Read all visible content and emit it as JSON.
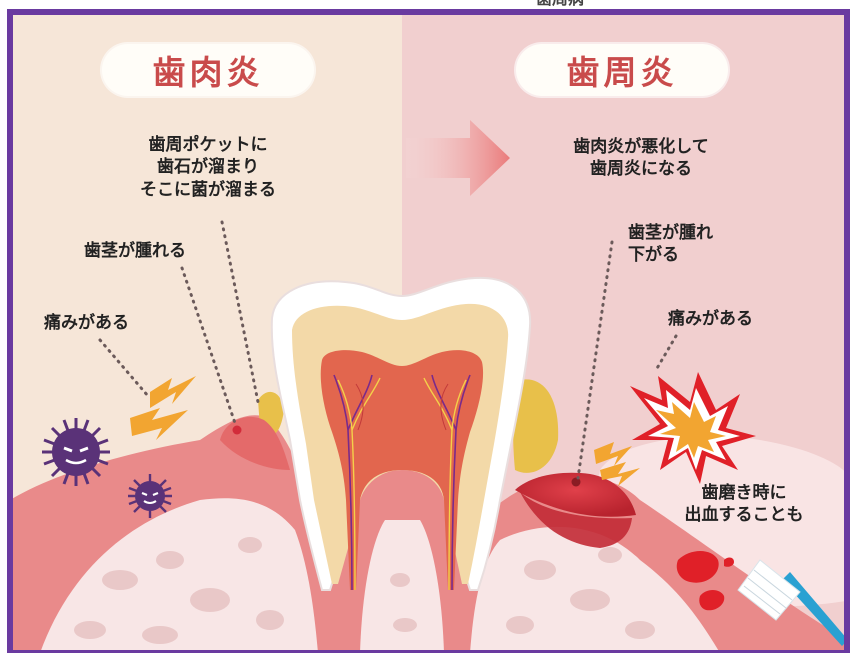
{
  "header_fragment": "歯周病",
  "left_panel": {
    "title": "歯肉炎",
    "callout_pocket": [
      "歯周ポケットに",
      "歯石が溜まり",
      "そこに菌が溜まる"
    ],
    "callout_swelling": "歯茎が腫れる",
    "callout_pain": "痛みがある"
  },
  "right_panel": {
    "title": "歯周炎",
    "callout_progress": [
      "歯肉炎が悪化して",
      "歯周炎になる"
    ],
    "callout_swelling": [
      "歯茎が腫れ",
      "下がる"
    ],
    "callout_pain": "痛みがある",
    "callout_bleeding": [
      "歯磨き時に",
      "出血することも"
    ]
  },
  "colors": {
    "frame": "#6a3aa0",
    "left_background": "#f6e6d8",
    "right_background": "#f1cfcf",
    "title_text": "#c94b4b",
    "gum": "#e98a8a",
    "inflamed_gum": "#d9333b",
    "bone": "#f8e6e6",
    "enamel": "#ffffff",
    "dentin": "#f3d9a8",
    "pulp": "#e2664e",
    "tartar": "#e8c04a",
    "arrow": "#ef8a8a",
    "pain_bolt": "#f2a531",
    "bacteria": "#5a3278",
    "toothbrush": "#2aa1d2"
  },
  "icons": [
    "bacteria-icon",
    "pain-bolt-icon",
    "blood-drop-icon",
    "toothbrush-icon",
    "arrow-right-icon"
  ]
}
